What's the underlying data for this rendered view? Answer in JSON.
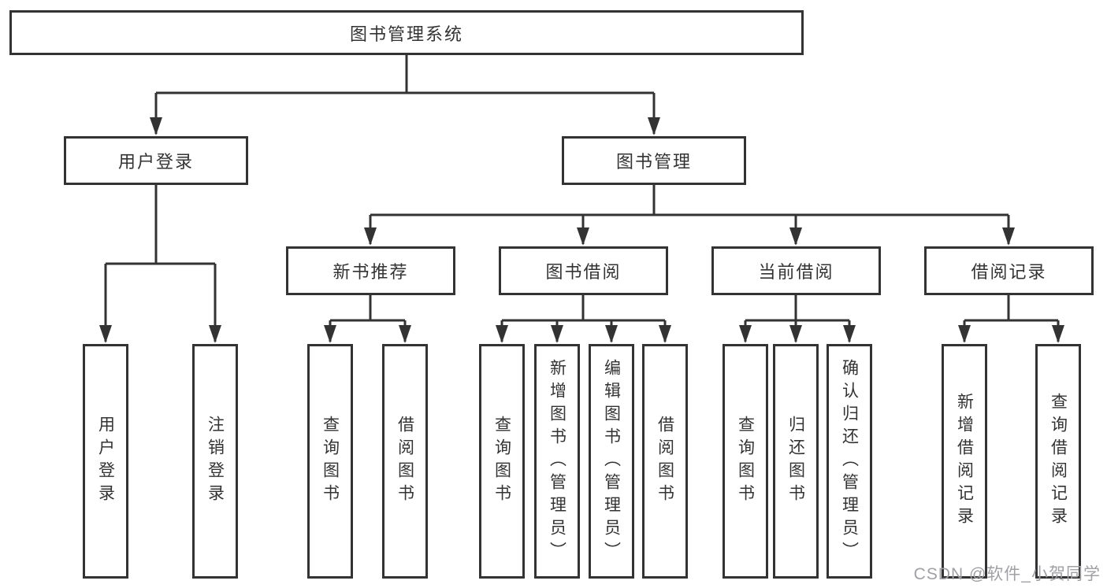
{
  "diagram": {
    "title_node": {
      "label": "图书管理系统"
    },
    "branches": [
      {
        "label": "用户登录"
      },
      {
        "label": "图书管理"
      }
    ],
    "sections": [
      {
        "label": "新书推荐"
      },
      {
        "label": "图书借阅"
      },
      {
        "label": "当前借阅"
      },
      {
        "label": "借阅记录"
      }
    ],
    "leaf_groups": [
      {
        "parent": "用户登录",
        "leaves": [
          {
            "label": "用户登录"
          },
          {
            "label": "注销登录"
          }
        ]
      },
      {
        "parent": "新书推荐",
        "leaves": [
          {
            "label": "查询图书"
          },
          {
            "label": "借阅图书"
          }
        ]
      },
      {
        "parent": "图书借阅",
        "leaves": [
          {
            "label": "查询图书"
          },
          {
            "label": "新增图书（管理员）"
          },
          {
            "label": "编辑图书（管理员）"
          },
          {
            "label": "借阅图书"
          }
        ]
      },
      {
        "parent": "当前借阅",
        "leaves": [
          {
            "label": "查询图书"
          },
          {
            "label": "归还图书"
          },
          {
            "label": "确认归还（管理员）"
          }
        ]
      },
      {
        "parent": "借阅记录",
        "leaves": [
          {
            "label": "新增借阅记录"
          },
          {
            "label": "查询借阅记录"
          }
        ]
      }
    ]
  },
  "watermark": {
    "text": "CSDN @软件_小贺同学"
  },
  "colors": {
    "line": "#333333",
    "border": "#333333",
    "text": "#333333",
    "watermark": "#a0a0a5",
    "background": "#ffffff"
  }
}
